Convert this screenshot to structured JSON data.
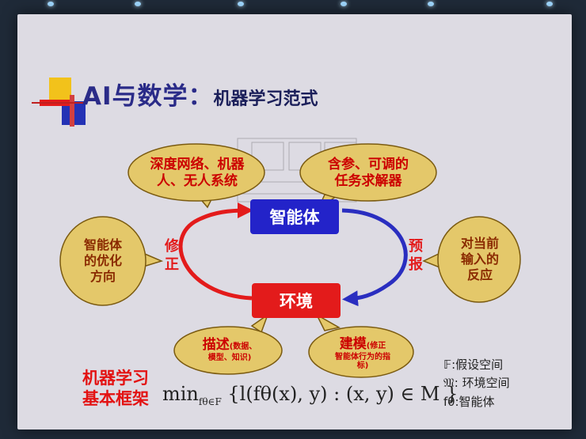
{
  "slide": {
    "title_main": "AI与数学：",
    "title_sub": "机器学习范式"
  },
  "bubbles": {
    "deep_net": [
      "深度网络、机器",
      "人、无人系统"
    ],
    "solver": [
      "含参、可调的",
      "任务求解器"
    ],
    "optimize": [
      "智能体",
      "的优化",
      "方向"
    ],
    "respond": [
      "对当前",
      "输入的",
      "反应"
    ],
    "describe_main": "描述",
    "describe_note": "(数据、",
    "describe_note2": "模型、知识)",
    "model_main": "建模",
    "model_note": "(修正",
    "model_note2": "智能体行为的指",
    "model_note3": "标)"
  },
  "nodes": {
    "agent": "智能体",
    "env": "环境"
  },
  "edges": {
    "correct": "修正",
    "predict": "预报"
  },
  "framework": {
    "label_line1": "机器学习",
    "label_line2": "基本框架",
    "formula_min": "min",
    "formula_sub": "fθ∈F",
    "formula_body": "{l(fθ(x), y) : (x, y) ∈ M }"
  },
  "legend": {
    "f_space": "𝔽:假设空间",
    "m_space": "𝔐: 环境空间",
    "f_agent": "fθ:智能体"
  },
  "colors": {
    "title": "#2a2b88",
    "bubble_fill": "#e4c86a",
    "bubble_text": "#cc0000",
    "agent_box": "#2323c9",
    "env_box": "#e31b1b",
    "arrow_red": "#e31b1b",
    "arrow_blue": "#2a2ec0"
  }
}
